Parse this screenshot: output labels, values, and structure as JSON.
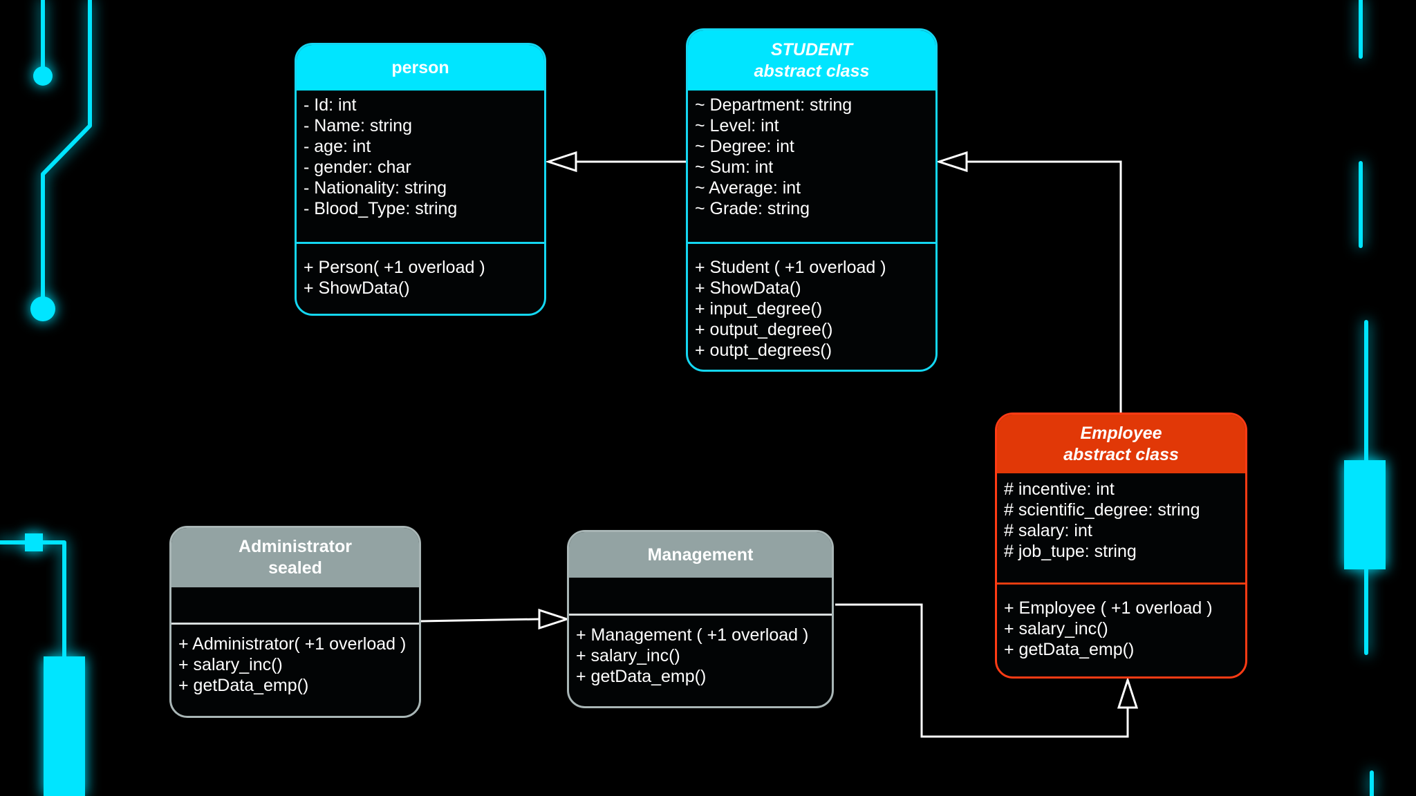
{
  "colors": {
    "background": "#000000",
    "circuit": "#00e5ff",
    "header_cyan": "#00e5ff",
    "header_red": "#e13807",
    "header_gray": "#93a3a3",
    "connector": "#ffffff"
  },
  "classes": {
    "person": {
      "title": [
        "person"
      ],
      "attributes": [
        "- Id: int",
        "- Name: string",
        "- age: int",
        "- gender: char",
        "- Nationality: string",
        "- Blood_Type: string"
      ],
      "methods": [
        "+ Person( +1 overload )",
        "+ ShowData()"
      ]
    },
    "student": {
      "title": [
        "STUDENT",
        "abstract class"
      ],
      "attributes": [
        "~ Department: string",
        "~ Level: int",
        "~ Degree: int",
        "~ Sum: int",
        "~ Average: int",
        "~ Grade: string"
      ],
      "methods": [
        "+ Student ( +1 overload )",
        "+ ShowData()",
        "+ input_degree()",
        "+ output_degree()",
        "+ outpt_degrees()"
      ]
    },
    "employee": {
      "title": [
        "Employee",
        "abstract class"
      ],
      "attributes": [
        "# incentive: int",
        "# scientific_degree: string",
        "# salary: int",
        "# job_tupe: string"
      ],
      "methods": [
        "+ Employee ( +1 overload )",
        "+ salary_inc()",
        "+ getData_emp()"
      ]
    },
    "administrator": {
      "title": [
        "Administrator",
        "sealed"
      ],
      "attributes": [],
      "methods": [
        "+ Administrator( +1 overload )",
        "+ salary_inc()",
        "+ getData_emp()"
      ]
    },
    "management": {
      "title": [
        "Management"
      ],
      "attributes": [],
      "methods": [
        "+ Management ( +1 overload )",
        "+ salary_inc()",
        "+ getData_emp()"
      ]
    }
  },
  "relations": [
    {
      "from": "STUDENT",
      "to": "person",
      "type": "inheritance"
    },
    {
      "from": "Employee",
      "to": "STUDENT",
      "type": "inheritance"
    },
    {
      "from": "Administrator",
      "to": "Management",
      "type": "inheritance"
    },
    {
      "from": "Management",
      "to": "Employee",
      "type": "inheritance"
    }
  ]
}
